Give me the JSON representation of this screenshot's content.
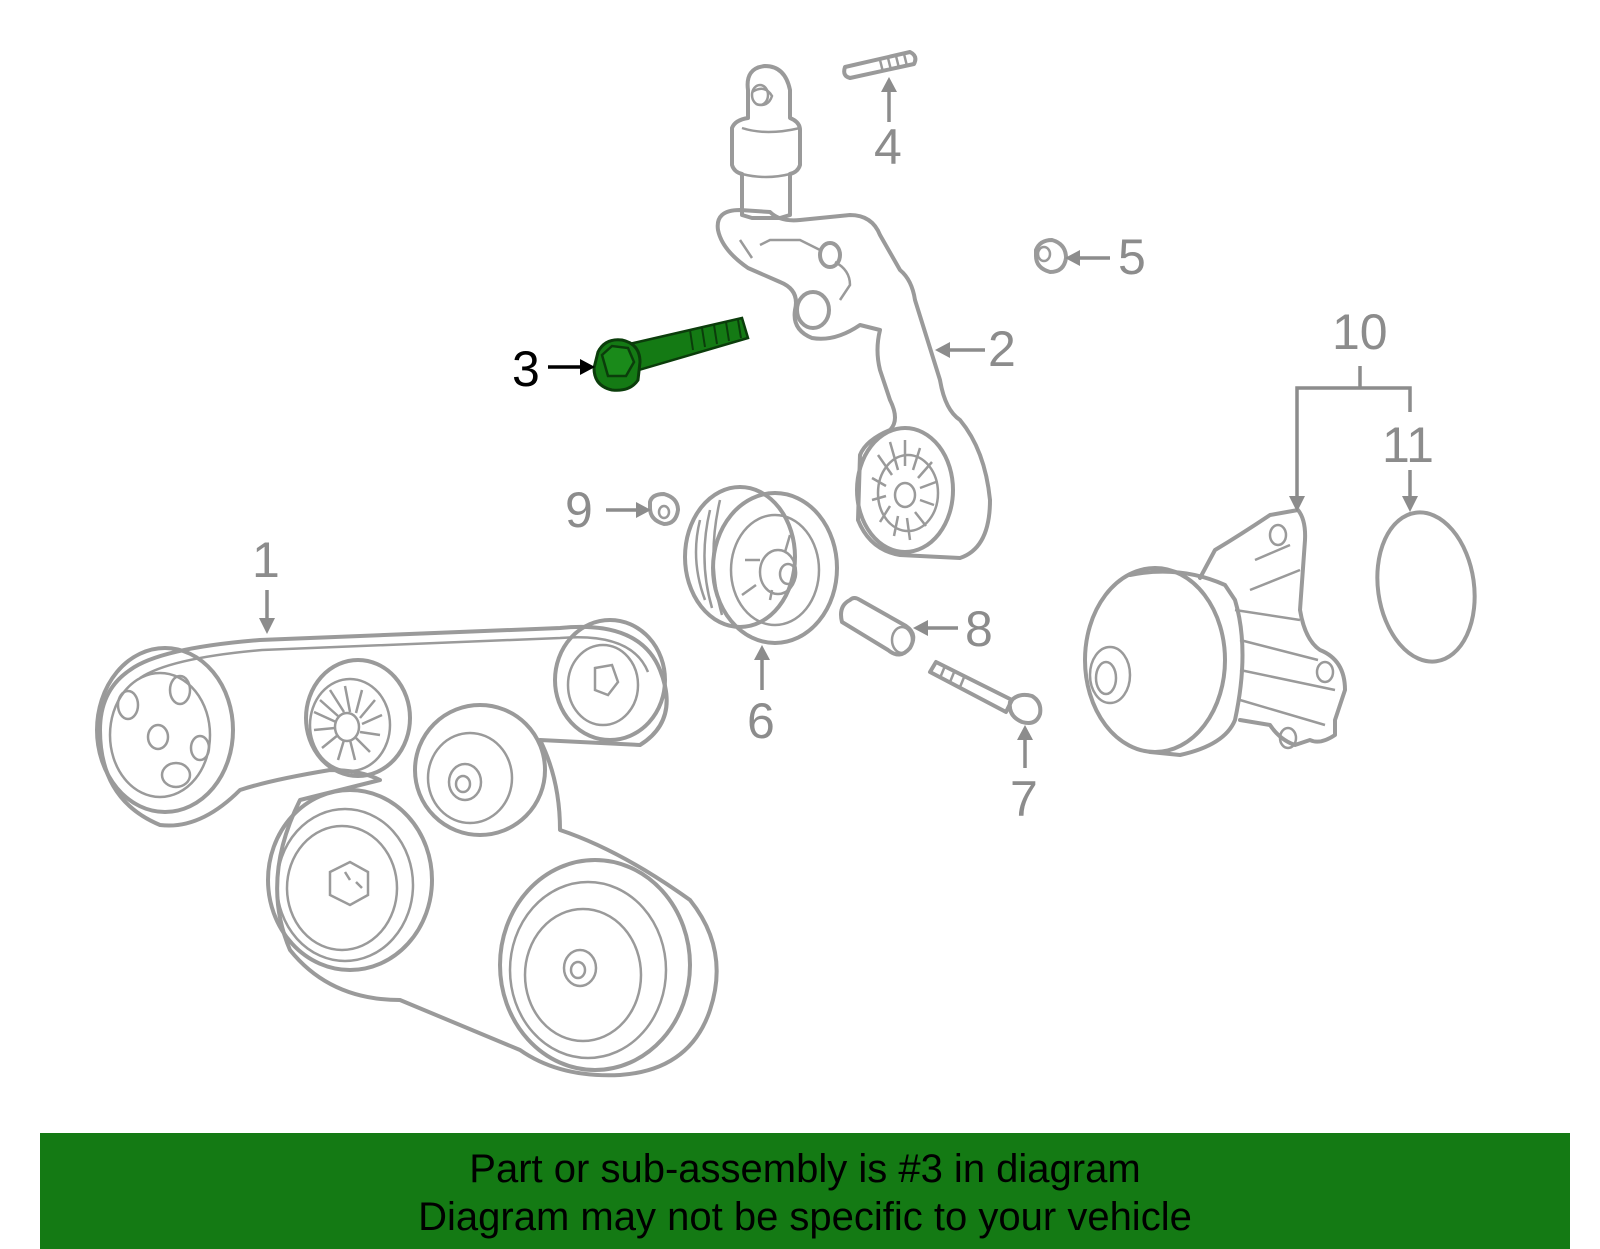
{
  "colors": {
    "highlight": "#147a14",
    "part_stroke": "#9a9a9a",
    "callout": "#8c8c8c",
    "banner": "#147a14"
  },
  "callouts": {
    "c1": "1",
    "c2": "2",
    "c3": "3",
    "c4": "4",
    "c5": "5",
    "c6": "6",
    "c7": "7",
    "c8": "8",
    "c9": "9",
    "c10": "10",
    "c11": "11"
  },
  "highlighted_part": "3",
  "banner": {
    "line1": "Part or sub-assembly is #3 in diagram",
    "line2": "Diagram may not be specific to your vehicle"
  }
}
